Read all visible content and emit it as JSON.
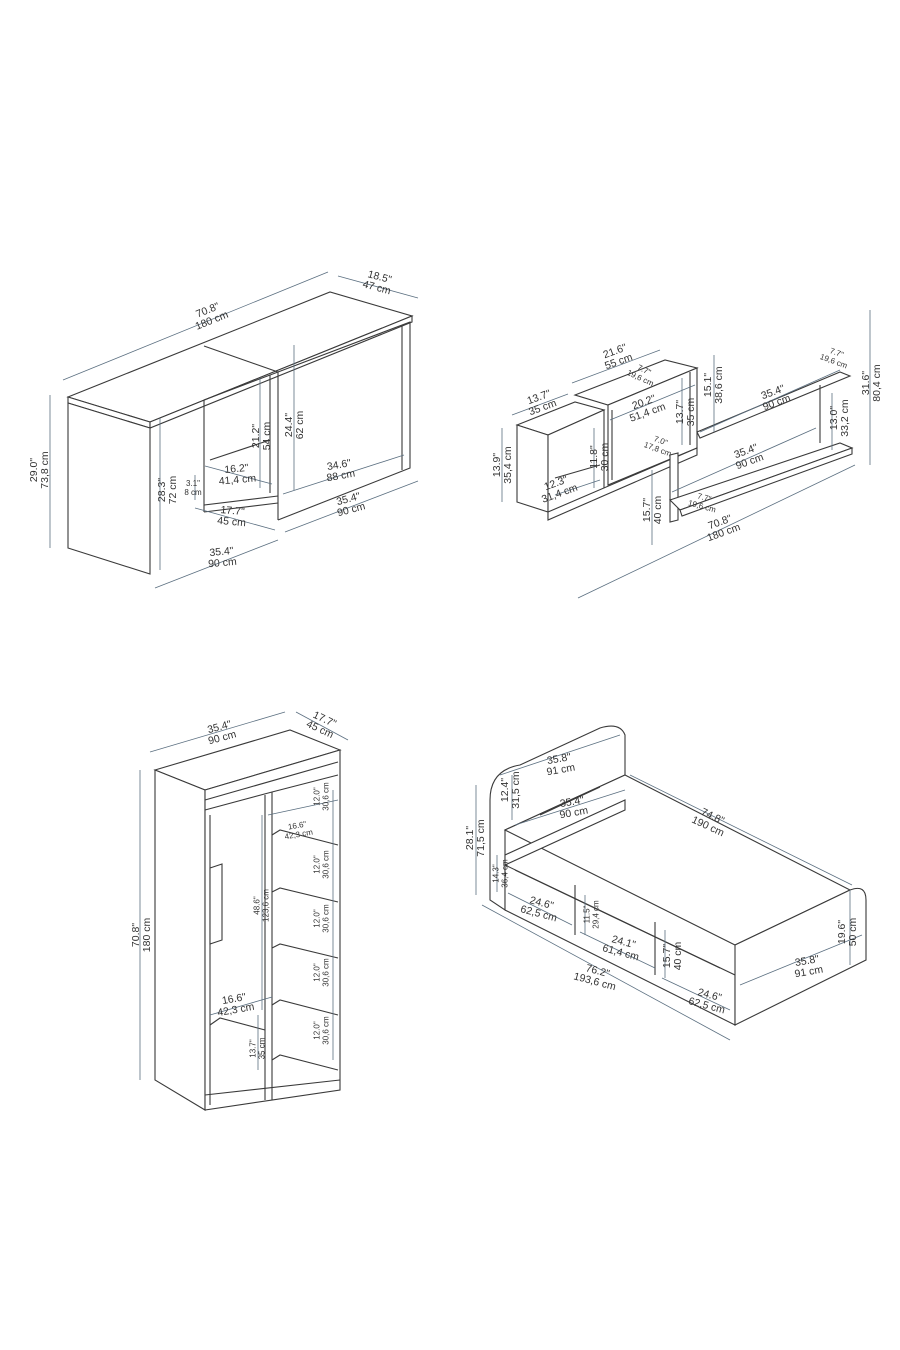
{
  "desk": {
    "width": {
      "in": "70.8\"",
      "cm": "180 cm"
    },
    "depth": {
      "in": "18.5\"",
      "cm": "47 cm"
    },
    "height": {
      "in": "29.0\"",
      "cm": "73,8 cm"
    },
    "inner_height": {
      "in": "28.3\"",
      "cm": "72 cm"
    },
    "niche_height": {
      "in": "21.2\"",
      "cm": "54 cm"
    },
    "cabinet_height": {
      "in": "24.4\"",
      "cm": "62 cm"
    },
    "plinth": {
      "in": "3.1\"",
      "cm": "8 cm"
    },
    "niche_width": {
      "in": "16.2\"",
      "cm": "41,4 cm"
    },
    "cabinet_inner_width": {
      "in": "34.6\"",
      "cm": "88 cm"
    },
    "niche_depth": {
      "in": "17.7\"",
      "cm": "45 cm"
    },
    "cabinet_width": {
      "in": "35.4\"",
      "cm": "90 cm"
    },
    "side_length": {
      "in": "35.4\"",
      "cm": "90 cm"
    }
  },
  "shelf": {
    "upper_width": {
      "in": "21.6\"",
      "cm": "55 cm"
    },
    "upper_depth": {
      "in": "7.7\"",
      "cm": "19,6 cm"
    },
    "left_width": {
      "in": "13.7\"",
      "cm": "35 cm"
    },
    "upper_inner_width": {
      "in": "20.2\"",
      "cm": "51,4 cm"
    },
    "upper_inner_height": {
      "in": "13.7\"",
      "cm": "35 cm"
    },
    "gap_height": {
      "in": "15.1\"",
      "cm": "38,6 cm"
    },
    "top_shelf_width": {
      "in": "35.4\"",
      "cm": "90 cm"
    },
    "top_shelf_depth": {
      "in": "7.7\"",
      "cm": "19,6 cm"
    },
    "total_height": {
      "in": "31.6\"",
      "cm": "80,4 cm"
    },
    "right_gap": {
      "in": "13.0\"",
      "cm": "33,2 cm"
    },
    "left_height": {
      "in": "13.9\"",
      "cm": "35,4 cm"
    },
    "left_inner_height": {
      "in": "11.8\"",
      "cm": "30 cm"
    },
    "inner_depth": {
      "in": "7.0\"",
      "cm": "17,8 cm"
    },
    "left_inner_width": {
      "in": "12.3\"",
      "cm": "31,4 cm"
    },
    "lower_shelf_width": {
      "in": "35.4\"",
      "cm": "90 cm"
    },
    "leg_height": {
      "in": "15.7\"",
      "cm": "40 cm"
    },
    "lower_shelf_depth": {
      "in": "7.7\"",
      "cm": "19,6 cm"
    },
    "total_width": {
      "in": "70.8\"",
      "cm": "180 cm"
    }
  },
  "wardrobe": {
    "width": {
      "in": "35.4\"",
      "cm": "90 cm"
    },
    "depth": {
      "in": "17.7\"",
      "cm": "45 cm"
    },
    "height": {
      "in": "70.8\"",
      "cm": "180 cm"
    },
    "shelf_spacing": [
      {
        "in": "12.0\"",
        "cm": "30,6 cm"
      },
      {
        "in": "12.0\"",
        "cm": "30,6 cm"
      },
      {
        "in": "12.0\"",
        "cm": "30,6 cm"
      },
      {
        "in": "12.0\"",
        "cm": "30,6 cm"
      },
      {
        "in": "12.0\"",
        "cm": "30,6 cm"
      }
    ],
    "shelf_width": {
      "in": "16.6\"",
      "cm": "42,3 cm"
    },
    "hanging_height": {
      "in": "48.6\"",
      "cm": "123,6 cm"
    },
    "hanging_width": {
      "in": "16.6\"",
      "cm": "42,3 cm"
    },
    "bottom_height": {
      "in": "13.7\"",
      "cm": "35 cm"
    }
  },
  "bed": {
    "head_width": {
      "in": "35.8\"",
      "cm": "91 cm"
    },
    "head_above": {
      "in": "12.4\"",
      "cm": "31,5 cm"
    },
    "head_height": {
      "in": "28.1\"",
      "cm": "71,5 cm"
    },
    "mattress_width": {
      "in": "35.4\"",
      "cm": "90 cm"
    },
    "mattress_length": {
      "in": "74.8\"",
      "cm": "190 cm"
    },
    "base_height": {
      "in": "14.3\"",
      "cm": "36,4 cm"
    },
    "comp1_width": {
      "in": "24.6\"",
      "cm": "62,5 cm"
    },
    "comp_height": {
      "in": "11.5\"",
      "cm": "29,4 cm"
    },
    "comp2_width": {
      "in": "24.1\"",
      "cm": "61,4 cm"
    },
    "comp3_height": {
      "in": "15.7\"",
      "cm": "40 cm"
    },
    "total_length": {
      "in": "76.2\"",
      "cm": "193,6 cm"
    },
    "comp3_width": {
      "in": "24.6\"",
      "cm": "62,5 cm"
    },
    "foot_height": {
      "in": "19.6\"",
      "cm": "50 cm"
    },
    "foot_width": {
      "in": "35.8\"",
      "cm": "91 cm"
    }
  }
}
